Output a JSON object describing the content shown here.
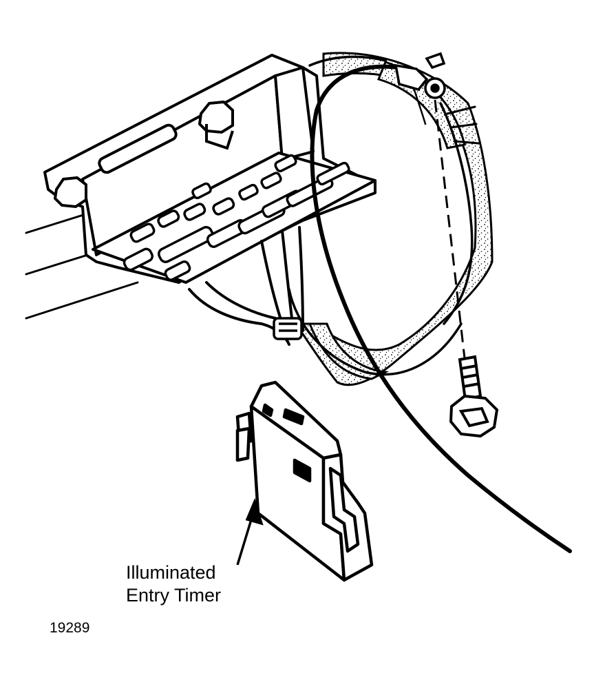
{
  "diagram": {
    "component_label": {
      "line1": "Illuminated",
      "line2": "Entry Timer"
    },
    "figure_number": "19289"
  },
  "colors": {
    "ink": "#000000",
    "paper": "#ffffff"
  }
}
